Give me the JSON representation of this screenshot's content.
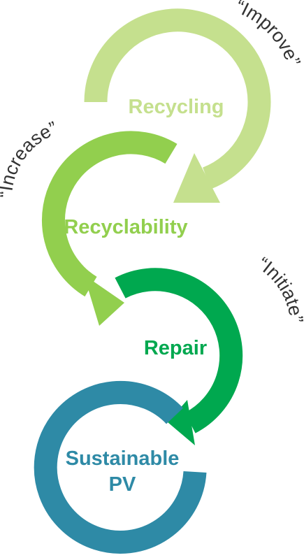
{
  "stages": [
    {
      "label": "Recycling",
      "color": "#c5e08e"
    },
    {
      "label": "Recyclability",
      "color": "#92cf4e"
    },
    {
      "label": "Repair",
      "color": "#00a84f"
    },
    {
      "label_line1": "Sustainable",
      "label_line2": "PV",
      "color": "#2e8aa6"
    }
  ],
  "quotes": {
    "improve": "“Improve”",
    "increase": "“Increase”",
    "initiate": "“Initiate”"
  },
  "text_color": "#333333"
}
